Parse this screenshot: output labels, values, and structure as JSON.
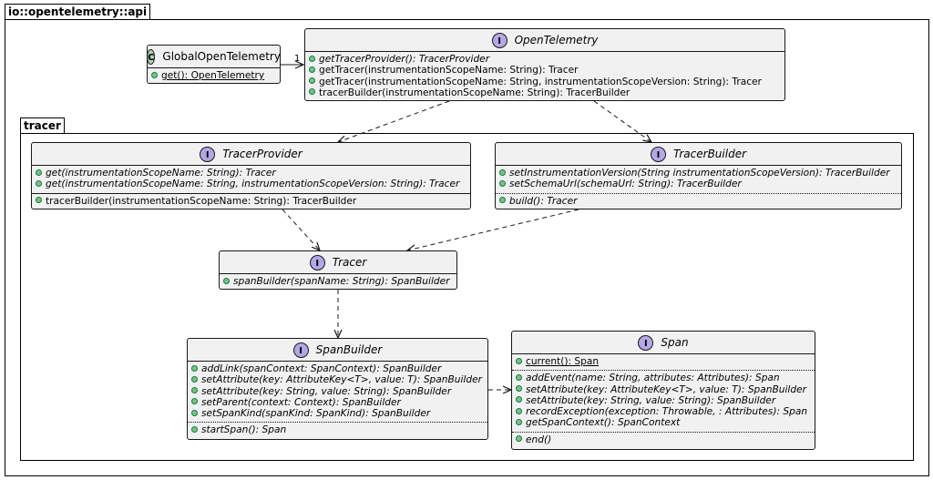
{
  "packages": {
    "outer": "io::opentelemetry::api",
    "inner": "tracer"
  },
  "classes": {
    "global": {
      "kind": "C",
      "name": "GlobalOpenTelemetry",
      "methods": [
        "get(): OpenTelemetry"
      ]
    },
    "opentelemetry": {
      "kind": "I",
      "name": "OpenTelemetry",
      "methods": [
        "getTracerProvider(): TracerProvider",
        "getTracer(instrumentationScopeName: String): Tracer",
        "getTracer(instrumentationScopeName: String, instrumentationScopeVersion: String): Tracer",
        "tracerBuilder(instrumentationScopeName: String): TracerBuilder"
      ]
    },
    "tracerprovider": {
      "kind": "I",
      "name": "TracerProvider",
      "methods": [
        "get(instrumentationScopeName: String): Tracer",
        "get(instrumentationScopeName: String, instrumentationScopeVersion: String): Tracer"
      ],
      "methods2": [
        "tracerBuilder(instrumentationScopeName: String): TracerBuilder"
      ]
    },
    "tracerbuilder": {
      "kind": "I",
      "name": "TracerBuilder",
      "methods": [
        "setInstrumentationVersion(String instrumentationScopeVersion): TracerBuilder",
        "setSchemaUrl(schemaUrl: String): TracerBuilder"
      ],
      "methods2": [
        "build(): Tracer"
      ]
    },
    "tracer": {
      "kind": "I",
      "name": "Tracer",
      "methods": [
        "spanBuilder(spanName: String): SpanBuilder"
      ]
    },
    "spanbuilder": {
      "kind": "I",
      "name": "SpanBuilder",
      "methods": [
        "addLink(spanContext: SpanContext): SpanBuilder",
        "setAttribute(key: AttributeKey<T>, value: T): SpanBuilder",
        "setAttribute(key: String, value: String): SpanBuilder",
        "setParent(context: Context): SpanBuilder",
        "setSpanKind(spanKind: SpanKind): SpanBuilder"
      ],
      "methods2": [
        "startSpan(): Span"
      ]
    },
    "span": {
      "kind": "I",
      "name": "Span",
      "methods0": [
        "current(): Span"
      ],
      "methods": [
        "addEvent(name: String, attributes: Attributes): Span",
        "setAttribute(key: AttributeKey<T>, value: T): SpanBuilder",
        "setAttribute(key: String, value: String): SpanBuilder",
        "recordException(exception: Throwable, : Attributes): Span",
        "getSpanContext(): SpanContext"
      ],
      "methods2": [
        "end()"
      ]
    }
  },
  "edge_labels": {
    "multiplicity": "1"
  },
  "colors": {
    "interface_circle": "#b4a7e5",
    "class_circle": "#add1b2",
    "box_fill": "#f1f1f1",
    "public_dot": "#84be84"
  }
}
